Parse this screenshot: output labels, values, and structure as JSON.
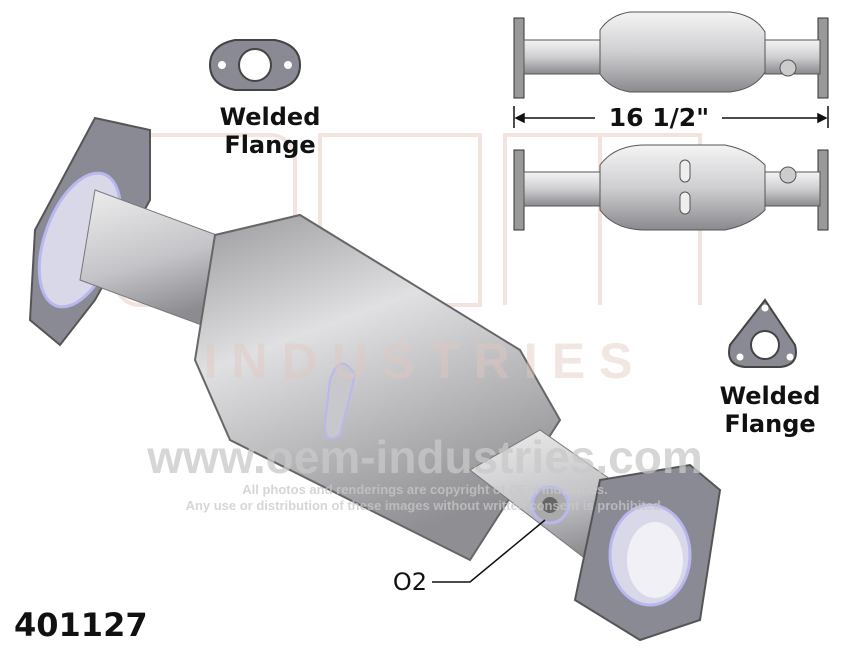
{
  "labels": {
    "top_flange": [
      "Welded",
      "Flange"
    ],
    "right_flange": [
      "Welded",
      "Flange"
    ],
    "length": "16 1/2\"",
    "sensor": "O2",
    "part_number": "401127"
  },
  "watermark": {
    "logo_top": "OEM",
    "logo_bottom": "INDUSTRIES",
    "url": "www.oem-industries.com",
    "copyright_line1": "All photos and renderings are copyright of OEM Industries.",
    "copyright_line2": "Any use or distribution of these images without written consent is prohibited."
  },
  "colors": {
    "metal": "#c8c8cc",
    "flange": "#8a8a95",
    "highlight": "#b8b8ee",
    "text": "#111111"
  }
}
